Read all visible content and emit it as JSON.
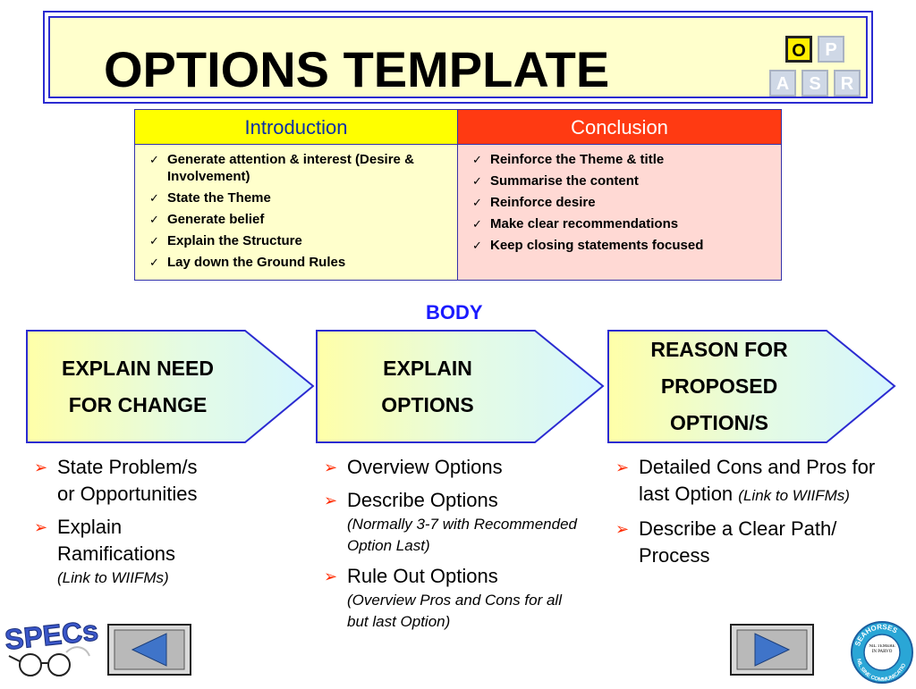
{
  "title": "OPTIONS TEMPLATE",
  "opasr": {
    "o": "O",
    "p": "P",
    "a": "A",
    "s": "S",
    "r": "R"
  },
  "table": {
    "intro_header": "Introduction",
    "conclusion_header": "Conclusion",
    "intro_items": [
      "Generate attention & interest (Desire & Involvement)",
      "State the Theme",
      "Generate belief",
      "Explain the Structure",
      "Lay down the Ground Rules"
    ],
    "conclusion_items": [
      "Reinforce the Theme & title",
      "Summarise the content",
      "Reinforce desire",
      "Make clear recommendations",
      "Keep closing statements focused"
    ],
    "tick": "✓"
  },
  "body_label": "BODY",
  "arrows": [
    {
      "line1": "EXPLAIN NEED",
      "line2": "FOR CHANGE"
    },
    {
      "line1": "EXPLAIN",
      "line2": "OPTIONS"
    },
    {
      "line1": "REASON FOR",
      "line2": "PROPOSED",
      "line3": "OPTION/S"
    }
  ],
  "columns": {
    "col1": [
      {
        "text": "State Problem/s or Opportunities"
      },
      {
        "text": "Explain Ramifications",
        "sub": "(Link to WIIFMs)"
      }
    ],
    "col2": [
      {
        "text": "Overview Options"
      },
      {
        "text": "Describe Options",
        "sub": "(Normally 3-7 with Recommended Option Last)"
      },
      {
        "text": "Rule Out Options",
        "sub": "(Overview Pros and Cons for all but last Option)"
      }
    ],
    "col3": [
      {
        "text": "Detailed Cons and Pros for last Option",
        "inline": "(Link to WIIFMs)"
      },
      {
        "text": "Describe a Clear Path/ Process"
      }
    ],
    "bullet": "➢"
  },
  "logos": {
    "specs": "SPECs",
    "seahorses_top": "SEAHORSES",
    "seahorses_center": "NIL TEMERE IN PARVO",
    "seahorses_bottom": "NIL SINE COMMUNICATIO"
  },
  "colors": {
    "title_bg": "#ffffcc",
    "border_blue": "#2b2bd1",
    "intro_header_bg": "#ffff00",
    "conclusion_header_bg": "#ff3a12",
    "body_label": "#1a1aff",
    "bullet": "#ff2a00"
  },
  "icons": [
    "previous-slide-icon",
    "next-slide-icon",
    "check-icon",
    "arrow-bullet-icon"
  ]
}
